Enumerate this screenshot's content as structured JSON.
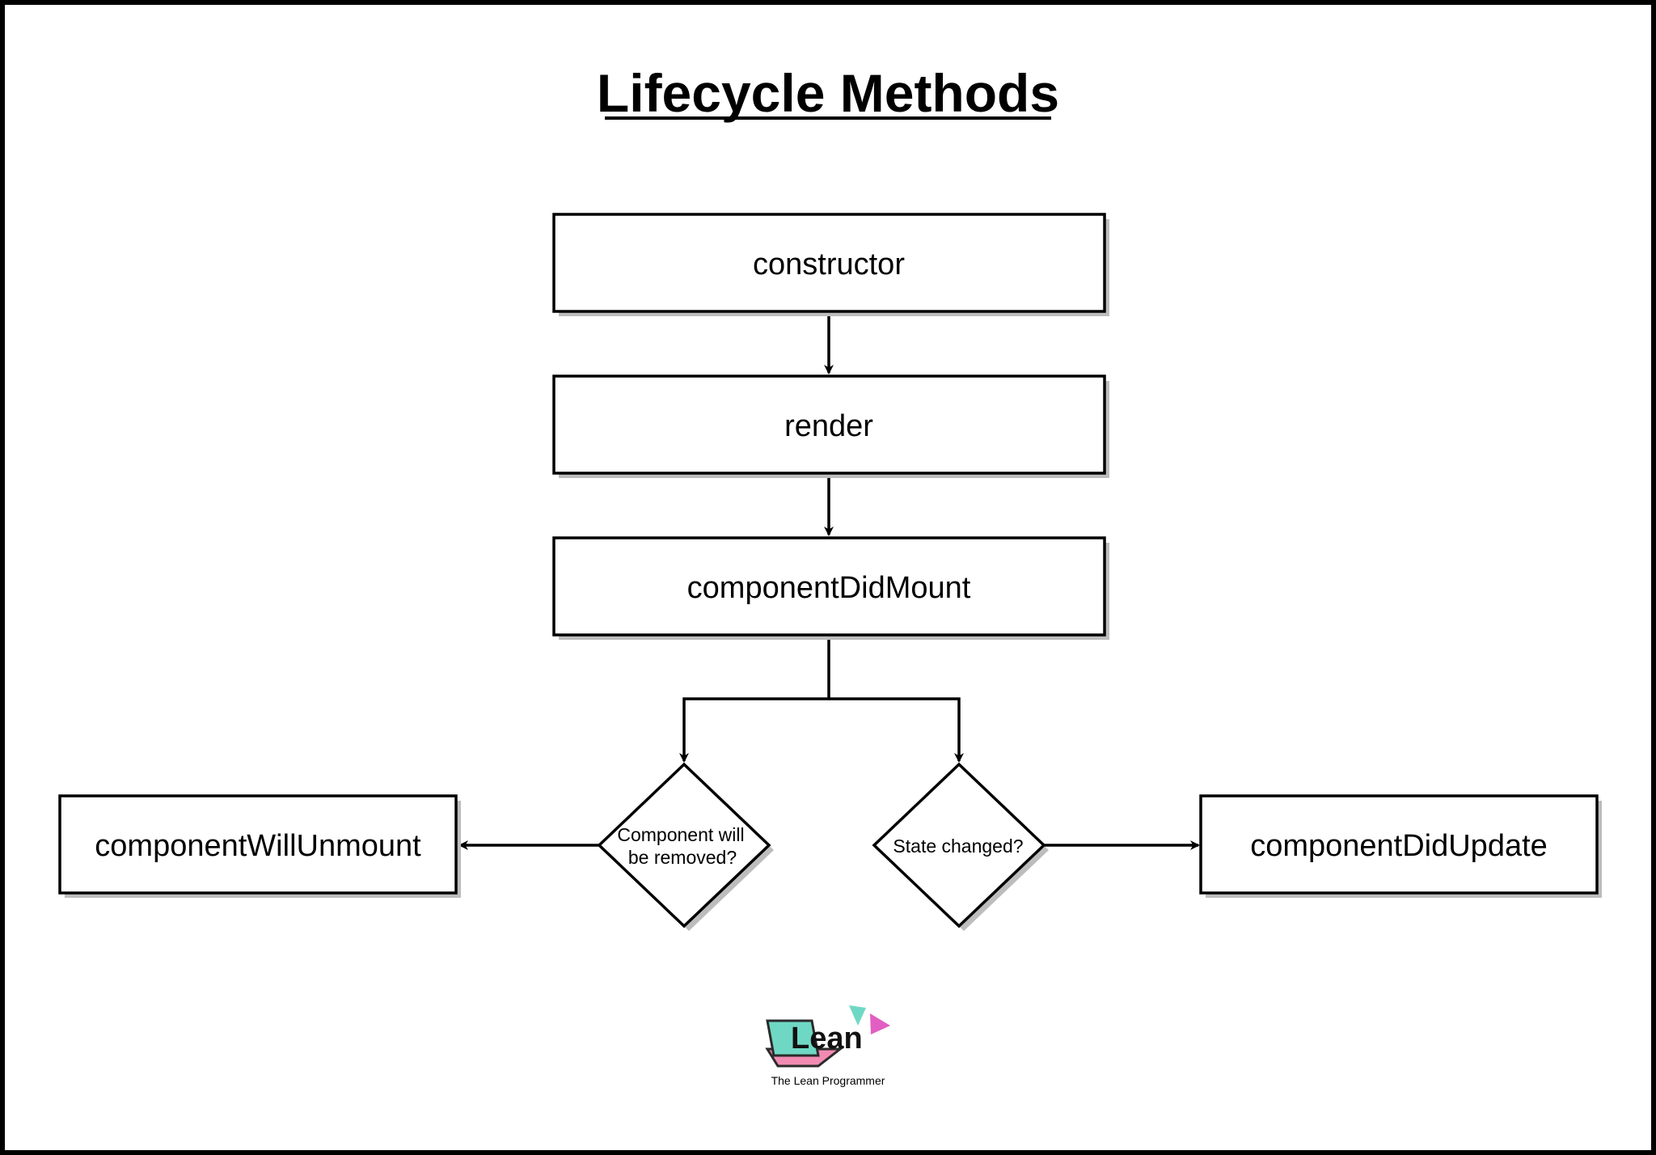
{
  "title": "Lifecycle Methods",
  "nodes": {
    "constructor": "constructor",
    "render": "render",
    "did_mount": "componentDidMount",
    "will_unmount": "componentWillUnmount",
    "did_update": "componentDidUpdate"
  },
  "decisions": {
    "removed": [
      "Component will",
      "be removed?"
    ],
    "state": "State changed?"
  },
  "logo": {
    "word": "Lean",
    "tagline": "The Lean Programmer",
    "colors": {
      "teal": "#6fd8c4",
      "pink": "#f28bb3",
      "magenta": "#e15fc2",
      "dark": "#2b2b2b"
    }
  },
  "colors": {
    "stroke": "#000000",
    "shadow": "#bdbdbd",
    "background": "#ffffff"
  }
}
